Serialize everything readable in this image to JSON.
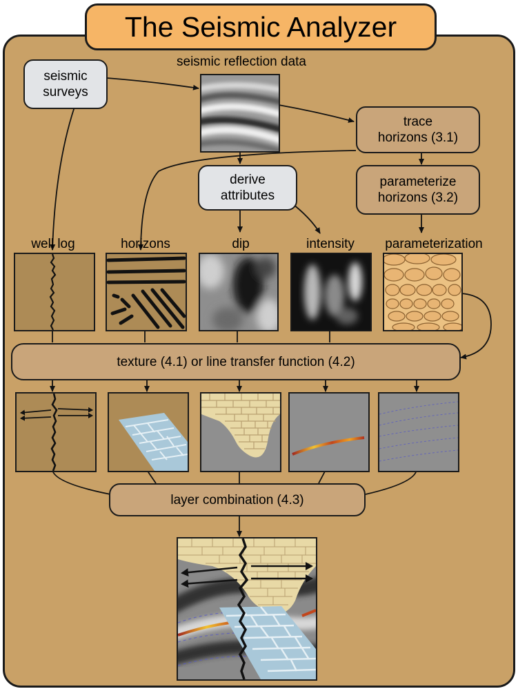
{
  "title": "The Seismic Analyzer",
  "nodes": {
    "seismic_surveys": "seismic\nsurveys",
    "trace_horizons": "trace\nhorizons (3.1)",
    "derive_attributes": "derive\nattributes",
    "parameterize_horizons": "parameterize\nhorizons (3.2)",
    "transfer_function": "texture (4.1) or line transfer function (4.2)",
    "layer_combination": "layer combination (4.3)"
  },
  "labels": {
    "seismic_reflection_data": "seismic reflection data",
    "well_log": "well log",
    "horizons": "horizons",
    "dip": "dip",
    "intensity": "intensity",
    "parameterization": "parameterization"
  },
  "colors": {
    "panel": "#c9a167",
    "title_box": "#f6b566",
    "grey_node": "#e2e4e7",
    "tan_node": "#c9a57a",
    "outline": "#1a1a1a"
  }
}
